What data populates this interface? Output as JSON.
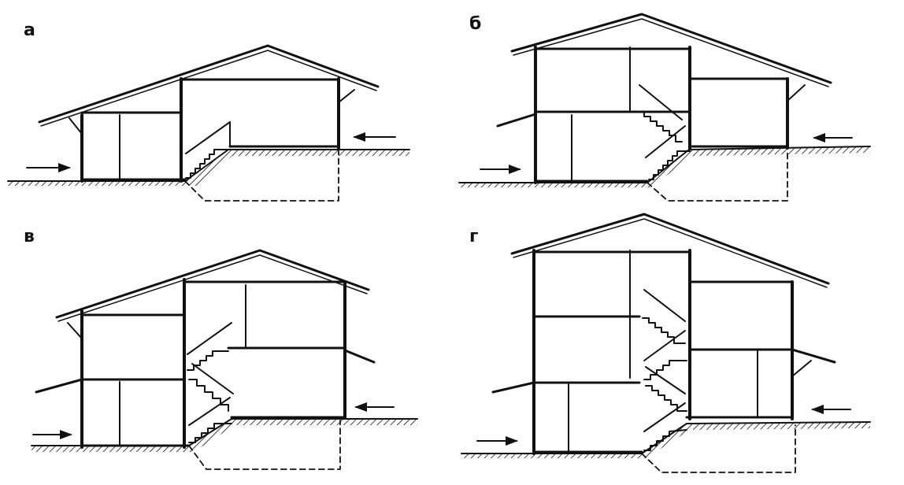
{
  "panels": [
    {
      "id": "a",
      "label": "а"
    },
    {
      "id": "b",
      "label": "б"
    },
    {
      "id": "c",
      "label": "в"
    },
    {
      "id": "d",
      "label": "г"
    }
  ],
  "colors": {
    "ink": "#111111",
    "background": "#ffffff"
  }
}
